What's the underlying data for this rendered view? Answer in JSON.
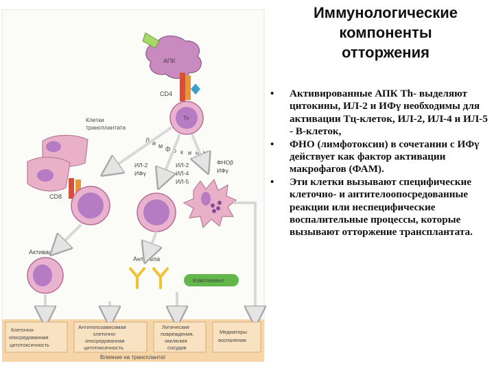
{
  "title": {
    "lines": [
      "Иммунологические",
      "компоненты",
      "отторжения"
    ]
  },
  "bullets": [
    "Активированные АПК Th- выделяют цитокины, ИЛ-2 и ИФγ необходимы для активации Тц-клеток, ИЛ-2, ИЛ-4 и ИЛ-5 - В-клеток,",
    "ФНО (лимфотоксин) в сочетании с ИФγ действует как фактор активации макрофагов (ФАМ).",
    "Эти клетки вызывают специфические клеточно- и антителоопосредованные реакции или неспецифические воспалительные процессы, которые вызывают отторжение трансплантата."
  ],
  "bullet_symbol": "•",
  "diagram": {
    "labels": {
      "apk": "АПК",
      "cd4": "CD4",
      "tx": "Тх",
      "graft_cells_1": "Клетки",
      "graft_cells_2": "трансплантата",
      "lymphokines": [
        "Л",
        "и",
        "м",
        "ф",
        "о",
        "к",
        "и",
        "н",
        "ы"
      ],
      "il2_ifn_1": "ИЛ-2",
      "il2_ifn_2": "ИФγ",
      "il245_1": "ИЛ-2",
      "il245_2": "ИЛ-4",
      "il245_3": "ИЛ-5",
      "fnob_1": "ФНОβ",
      "fnob_2": "ИФγ",
      "cd8": "CD8",
      "activation": "Активация",
      "antibodies": "Антитела",
      "complement": "Комплемент",
      "box1": [
        "Клеточно-",
        "опосредованная",
        "цитотоксичность"
      ],
      "box2": [
        "Антителозависимая",
        "клеточно-",
        "опосредованная",
        "цитотоксичность"
      ],
      "box3": [
        "Литические",
        "повреждения,",
        "окклюзия",
        "сосудов"
      ],
      "box4": [
        "Медиаторы",
        "воспаления"
      ],
      "footer": "Влияние на трансплантат"
    },
    "colors": {
      "panel": "#fbfbf8",
      "bottom_band": "#f6d6a8",
      "cell_pink": "#e9b3cf",
      "nucleus": "#b57bc3",
      "apk_purple": "#c98bbf",
      "graft_pink": "#eab0c8",
      "antibody": "#f0c232",
      "complement": "#62b64a",
      "arrow": "#d8d8d8",
      "tcr_red": "#d5503a",
      "tcr_orange": "#e8953a",
      "cd4_blue": "#3aa0c8",
      "ligand_green": "#a8d86a"
    }
  }
}
